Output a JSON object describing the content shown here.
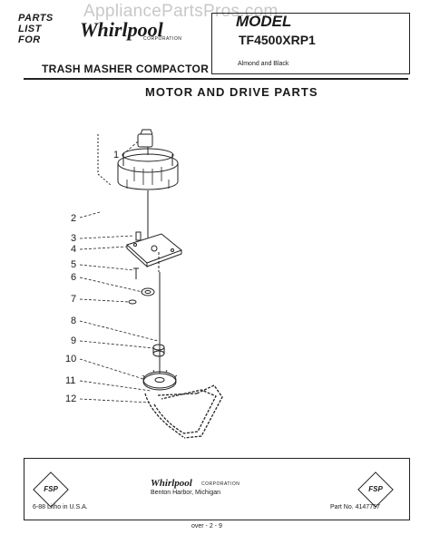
{
  "header": {
    "parts_list_lines": [
      "PARTS",
      "LIST",
      "FOR"
    ],
    "brand": "Whirlpool",
    "brand_sub": "CORPORATION",
    "watermark": "AppliancePartsPros.com",
    "model_label": "MODEL",
    "model_number": "TF4500XRP1",
    "model_color": "Almond and Black",
    "product_title": "TRASH MASHER COMPACTOR"
  },
  "section_title": "MOTOR AND  DRIVE PARTS",
  "callouts": [
    "1",
    "2",
    "3",
    "4",
    "5",
    "6",
    "7",
    "8",
    "9",
    "10",
    "11",
    "12"
  ],
  "footer": {
    "badge_left": "FSP",
    "badge_right": "FSP",
    "brand": "Whirlpool",
    "brand_sub": "CORPORATION",
    "city": "Benton Harbor, Michigan",
    "print_note": "6-88 Litho in U.S.A.",
    "part_no": "Part No. 4147757",
    "bottom_note": "over - 2 - 9"
  }
}
